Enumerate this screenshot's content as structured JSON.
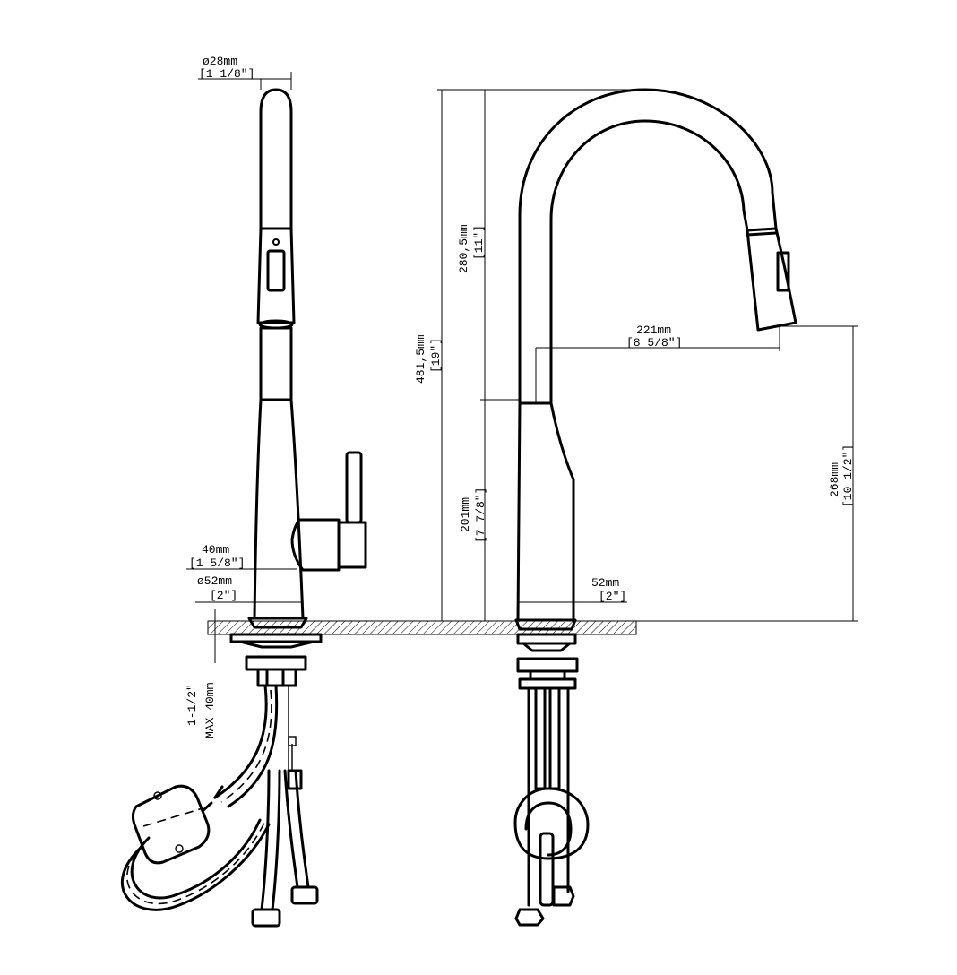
{
  "dimensions": {
    "handle_diameter": {
      "metric": "ø28mm",
      "imperial": "[1 1/8\"]"
    },
    "body_width": {
      "metric": "40mm",
      "imperial": "[1 5/8\"]"
    },
    "base_diameter": {
      "metric": "ø52mm",
      "imperial": "[2\"]"
    },
    "deck_max": {
      "line1": "1-1/2\"",
      "line2": "MAX 40mm"
    },
    "total_height": {
      "metric": "481,5mm",
      "imperial": "[19\"]"
    },
    "spout_height": {
      "metric": "280,5mm",
      "imperial": "[11\"]"
    },
    "body_height": {
      "metric": "201mm",
      "imperial": "[7 7/8\"]"
    },
    "spout_reach": {
      "metric": "221mm",
      "imperial": "[8 5/8\"]"
    },
    "outlet_height": {
      "metric": "268mm",
      "imperial": "[10 1/2\"]"
    },
    "base_width": {
      "metric": "52mm",
      "imperial": "[2\"]"
    }
  },
  "views": [
    "side-view",
    "front-view"
  ],
  "colors": {
    "line": "#000000",
    "background": "#ffffff"
  }
}
